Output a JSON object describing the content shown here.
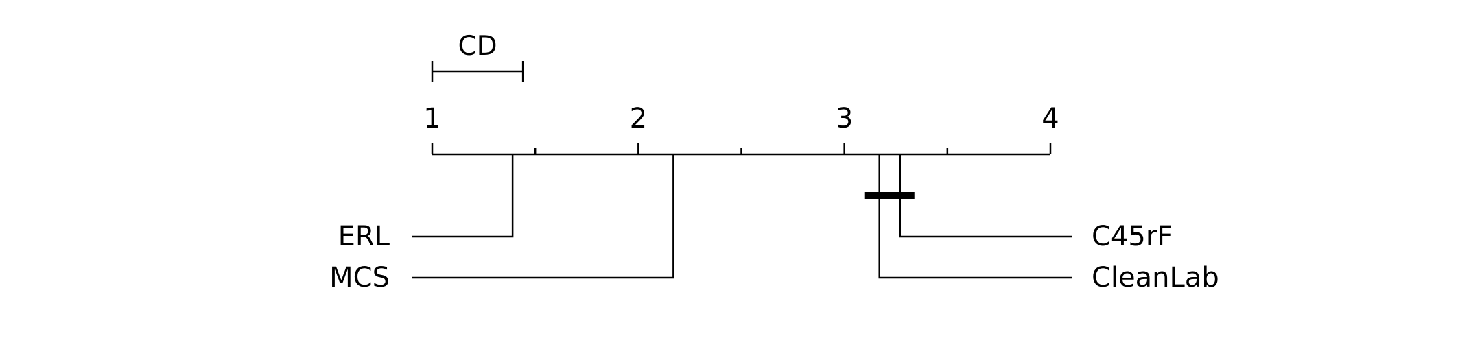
{
  "chart_data": {
    "type": "critical-difference",
    "axis": {
      "min": 1,
      "max": 4,
      "tick_labels": [
        "1",
        "2",
        "3",
        "4"
      ],
      "minor_ticks": [
        1.5,
        2.5,
        3.5
      ]
    },
    "cd": {
      "label": "CD",
      "value": 0.44
    },
    "methods": [
      {
        "name": "ERL",
        "rank": 1.39,
        "side": "left"
      },
      {
        "name": "MCS",
        "rank": 2.17,
        "side": "left"
      },
      {
        "name": "C45rF",
        "rank": 3.27,
        "side": "right"
      },
      {
        "name": "CleanLab",
        "rank": 3.17,
        "side": "right"
      }
    ],
    "cliques": [
      {
        "from": 3.17,
        "to": 3.27
      }
    ],
    "colors": {
      "ink": "#000000",
      "background": "#ffffff"
    }
  }
}
